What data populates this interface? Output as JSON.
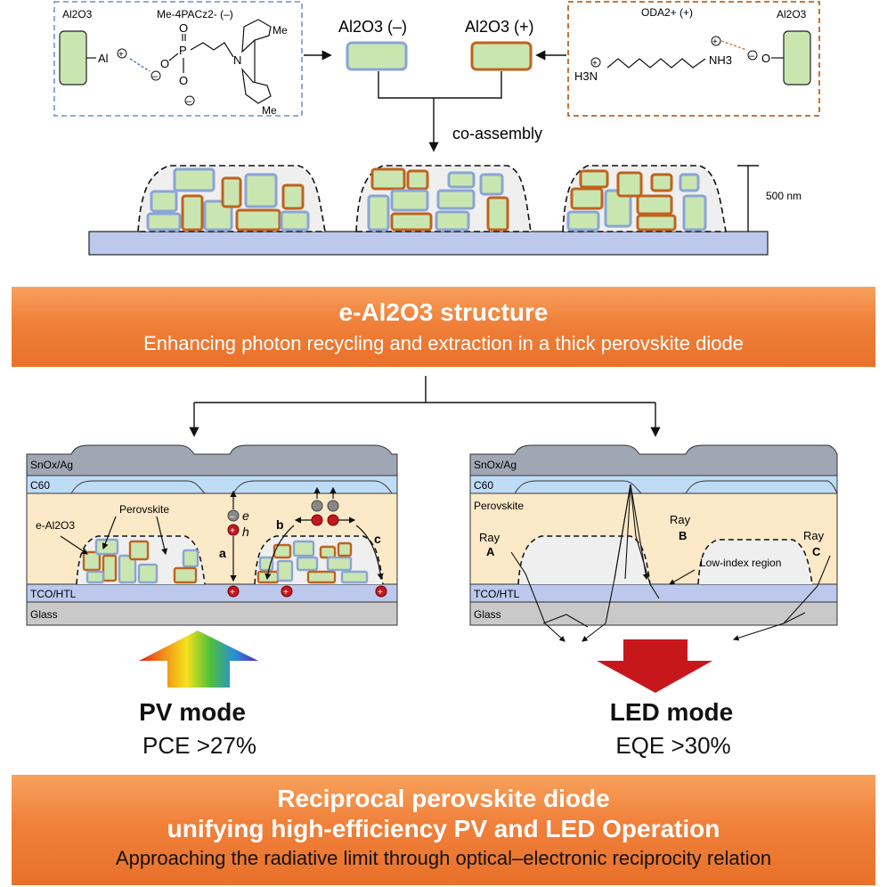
{
  "top": {
    "left_box": {
      "al2o3": "Al2O3",
      "molecule": "Me-4PACz2- (–)",
      "al": "Al",
      "me1": "Me",
      "me2": "Me",
      "p": "P",
      "n": "N",
      "o": "O"
    },
    "right_box": {
      "molecule": "ODA2+ (+)",
      "al2o3": "Al2O3",
      "h3n": "H3N",
      "nh3": "NH3",
      "o": "O"
    },
    "label_neg": "Al2O3 (–)",
    "label_pos": "Al2O3 (+)",
    "coassembly": "co-assembly",
    "thickness": "500 nm"
  },
  "banner1": {
    "title": "e-Al2O3 structure",
    "subtitle": "Enhancing photon recycling and extraction in a thick perovskite diode"
  },
  "pv_panel": {
    "layer_top": "SnOx/Ag",
    "layer_c60": "C60",
    "e_label": "e-Al2O3",
    "perovskite": "Perovskite",
    "electron": "e",
    "hole": "h",
    "a": "a",
    "b": "b",
    "c": "c",
    "tco": "TCO/HTL",
    "glass": "Glass"
  },
  "led_panel": {
    "layer_top": "SnOx/Ag",
    "layer_c60": "C60",
    "perovskite": "Perovskite",
    "ray_a": "Ray",
    "ray_a_letter": "A",
    "ray_b": "Ray",
    "ray_b_letter": "B",
    "ray_c": "Ray",
    "ray_c_letter": "C",
    "low_index": "Low-index region",
    "tco": "TCO/HTL",
    "glass": "Glass"
  },
  "pv_mode": {
    "title": "PV mode",
    "value": "PCE >27%"
  },
  "led_mode": {
    "title": "LED mode",
    "value": "EQE >30%"
  },
  "banner2": {
    "line1": "Reciprocal perovskite diode",
    "line2": "unifying high-efficiency PV and LED Operation",
    "line3": "Approaching the radiative limit through optical–electronic reciprocity relation"
  },
  "colors": {
    "blue_outline": "#8aa4d6",
    "orange_outline": "#c0621e",
    "particle_fill": "#c9e6b0",
    "perovskite": "#fbe9c7",
    "substrate": "#bcc9ec",
    "banner": "#ee7b35",
    "led_arrow": "#c8171c"
  }
}
